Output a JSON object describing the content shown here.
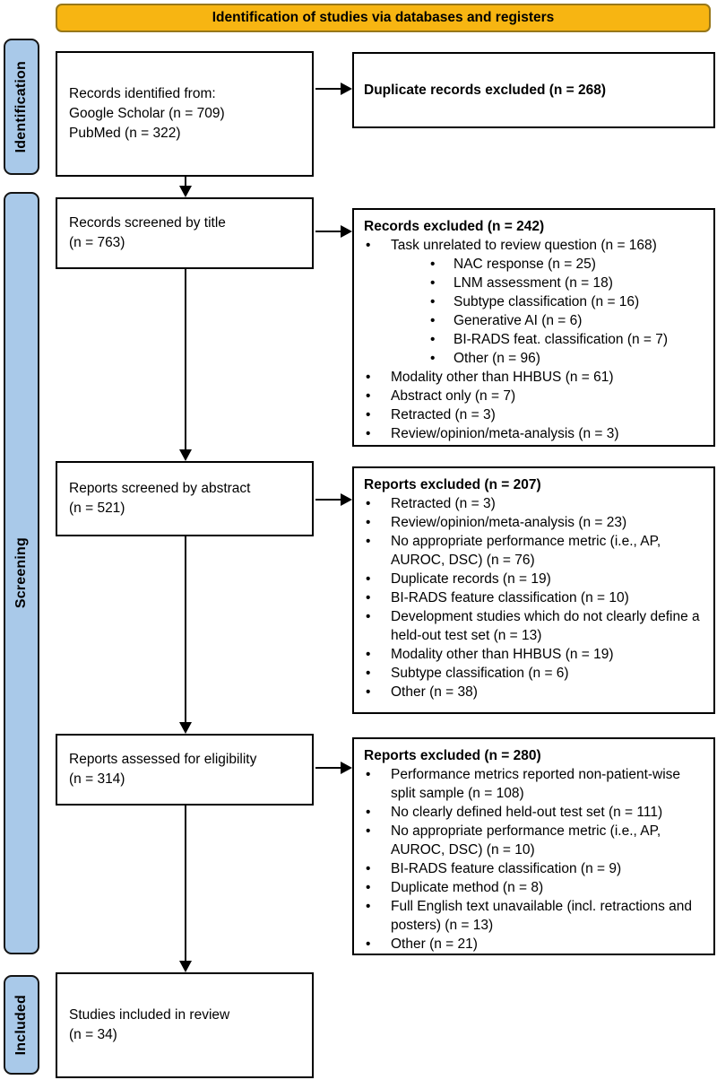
{
  "bullet": "•",
  "banner": {
    "title": "Identification of studies via databases and registers"
  },
  "stages": [
    {
      "label": "Identification"
    },
    {
      "label": "Screening"
    },
    {
      "label": "Included"
    }
  ],
  "flow_boxes": [
    {
      "lines": [
        "Records identified from:",
        "Google Scholar (n = 709)",
        "PubMed (n = 322)"
      ]
    },
    {
      "lines": [
        "Records screened by title",
        "(n = 763)"
      ]
    },
    {
      "lines": [
        "Reports screened by abstract",
        "(n = 521)"
      ]
    },
    {
      "lines": [
        "Reports assessed for eligibility",
        "(n = 314)"
      ]
    },
    {
      "lines": [
        "Studies included in review",
        "(n = 34)"
      ]
    }
  ],
  "exclusion_boxes": [
    {
      "title": "Duplicate records excluded (n = 268)",
      "items": []
    },
    {
      "title": "Records excluded (n = 242)",
      "items": [
        {
          "level": 1,
          "text": "Task unrelated to review question (n = 168)"
        },
        {
          "level": 2,
          "text": "NAC response (n = 25)"
        },
        {
          "level": 2,
          "text": "LNM assessment (n = 18)"
        },
        {
          "level": 2,
          "text": "Subtype classification (n = 16)"
        },
        {
          "level": 2,
          "text": "Generative AI (n = 6)"
        },
        {
          "level": 2,
          "text": "BI-RADS feat. classification (n = 7)"
        },
        {
          "level": 2,
          "text": "Other (n = 96)"
        },
        {
          "level": 1,
          "text": "Modality other than HHBUS (n = 61)"
        },
        {
          "level": 1,
          "text": "Abstract only (n = 7)"
        },
        {
          "level": 1,
          "text": "Retracted (n = 3)"
        },
        {
          "level": 1,
          "text": "Review/opinion/meta-analysis (n = 3)"
        }
      ]
    },
    {
      "title": "Reports excluded (n = 207)",
      "items": [
        {
          "level": 1,
          "text": "Retracted (n = 3)"
        },
        {
          "level": 1,
          "text": "Review/opinion/meta-analysis (n = 23)"
        },
        {
          "level": 1,
          "text": "No appropriate performance metric (i.e., AP, AUROC, DSC) (n = 76)"
        },
        {
          "level": 1,
          "text": "Duplicate records (n = 19)"
        },
        {
          "level": 1,
          "text": "BI-RADS feature classification (n = 10)"
        },
        {
          "level": 1,
          "text": "Development studies which do not clearly define a held-out test set (n = 13)"
        },
        {
          "level": 1,
          "text": "Modality other than HHBUS (n = 19)"
        },
        {
          "level": 1,
          "text": "Subtype classification (n = 6)"
        },
        {
          "level": 1,
          "text": "Other (n = 38)"
        }
      ]
    },
    {
      "title": "Reports excluded (n = 280)",
      "items": [
        {
          "level": 1,
          "text": "Performance metrics reported non-patient-wise split sample (n = 108)"
        },
        {
          "level": 1,
          "text": "No clearly defined held-out test set (n = 111)"
        },
        {
          "level": 1,
          "text": "No appropriate performance metric (i.e., AP, AUROC, DSC) (n = 10)"
        },
        {
          "level": 1,
          "text": "BI-RADS feature classification (n = 9)"
        },
        {
          "level": 1,
          "text": "Duplicate method (n = 8)"
        },
        {
          "level": 1,
          "text": "Full English text unavailable (incl. retractions and posters) (n = 13)"
        },
        {
          "level": 1,
          "text": "Other (n = 21)"
        }
      ]
    }
  ],
  "colors": {
    "banner_fill": "#F7B512",
    "banner_border": "#97771A",
    "stage_fill": "#A9C9E9",
    "box_border": "#000000"
  }
}
